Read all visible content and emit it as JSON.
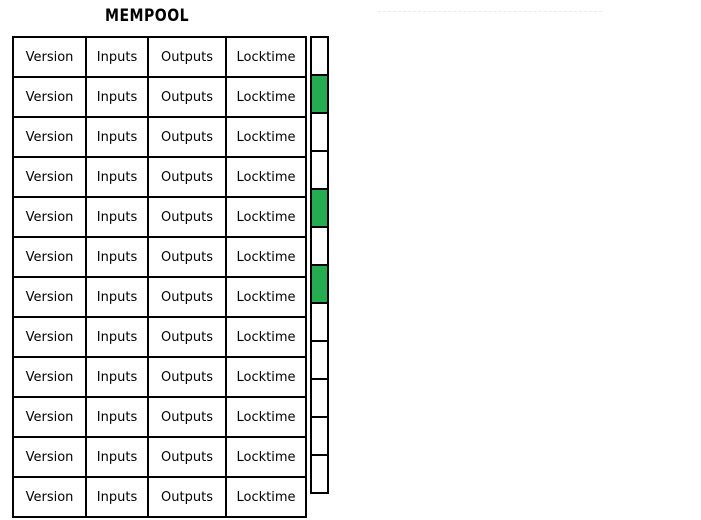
{
  "page": {
    "title": "MEMPOOL",
    "background_color": "#ffffff",
    "border_color": "#000000",
    "marker_filled_color": "#25ac50",
    "marker_empty_color": "#ffffff",
    "faint_rule_color": "#ececec"
  },
  "table": {
    "columns": [
      "Version",
      "Inputs",
      "Outputs",
      "Locktime"
    ],
    "row_count": 12,
    "rows": [
      {
        "index": 1,
        "cells": [
          "Version",
          "Inputs",
          "Outputs",
          "Locktime"
        ],
        "marker": "empty"
      },
      {
        "index": 2,
        "cells": [
          "Version",
          "Inputs",
          "Outputs",
          "Locktime"
        ],
        "marker": "filled"
      },
      {
        "index": 3,
        "cells": [
          "Version",
          "Inputs",
          "Outputs",
          "Locktime"
        ],
        "marker": "empty"
      },
      {
        "index": 4,
        "cells": [
          "Version",
          "Inputs",
          "Outputs",
          "Locktime"
        ],
        "marker": "empty"
      },
      {
        "index": 5,
        "cells": [
          "Version",
          "Inputs",
          "Outputs",
          "Locktime"
        ],
        "marker": "filled"
      },
      {
        "index": 6,
        "cells": [
          "Version",
          "Inputs",
          "Outputs",
          "Locktime"
        ],
        "marker": "empty"
      },
      {
        "index": 7,
        "cells": [
          "Version",
          "Inputs",
          "Outputs",
          "Locktime"
        ],
        "marker": "filled"
      },
      {
        "index": 8,
        "cells": [
          "Version",
          "Inputs",
          "Outputs",
          "Locktime"
        ],
        "marker": "empty"
      },
      {
        "index": 9,
        "cells": [
          "Version",
          "Inputs",
          "Outputs",
          "Locktime"
        ],
        "marker": "empty"
      },
      {
        "index": 10,
        "cells": [
          "Version",
          "Inputs",
          "Outputs",
          "Locktime"
        ],
        "marker": "empty"
      },
      {
        "index": 11,
        "cells": [
          "Version",
          "Inputs",
          "Outputs",
          "Locktime"
        ],
        "marker": "empty"
      },
      {
        "index": 12,
        "cells": [
          "Version",
          "Inputs",
          "Outputs",
          "Locktime"
        ],
        "marker": "empty"
      }
    ]
  }
}
